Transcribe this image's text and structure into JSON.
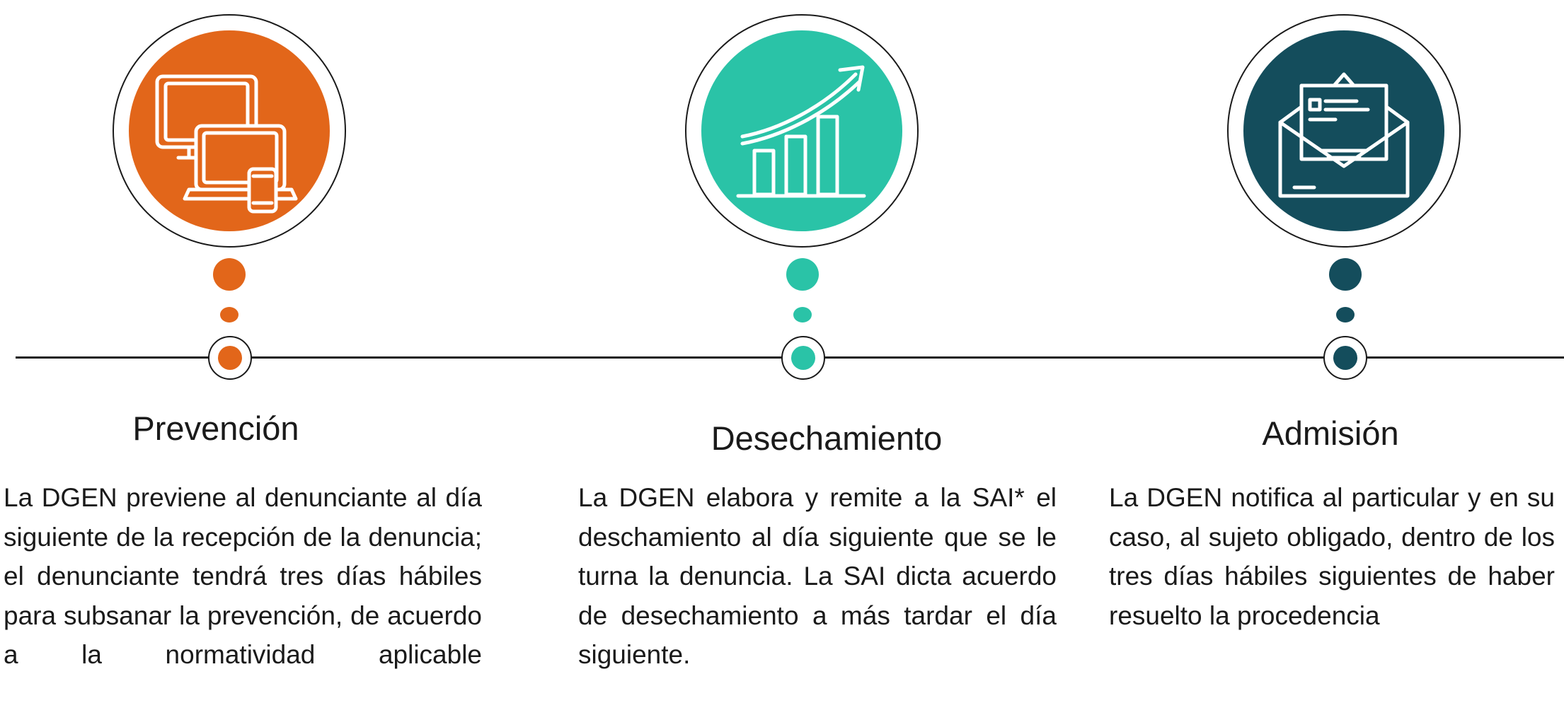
{
  "colors": {
    "prevencion": "#E2661A",
    "desechamiento": "#2AC3A7",
    "admision": "#144D5C",
    "line": "#1A1A1A"
  },
  "stages": [
    {
      "title": "Prevención",
      "icon": "devices-icon",
      "description": "La DGEN previene al denunciante al día siguiente de la recepción de la denuncia; el denunciante tendrá tres días hábiles para subsanar la prevención, de acuerdo a la normatividad aplicable"
    },
    {
      "title": "Desechamiento",
      "icon": "growth-chart-icon",
      "description": "La DGEN elabora y remite a la SAI* el deschamiento al día siguiente que se le turna la denuncia. La SAI dicta acuerdo de desechamiento a más tardar el día siguiente."
    },
    {
      "title": "Admisión",
      "icon": "envelope-letter-icon",
      "description": "La DGEN notifica al particular y en su caso, al sujeto obligado, dentro de los tres días hábiles siguientes de haber resuelto la procedencia"
    }
  ]
}
